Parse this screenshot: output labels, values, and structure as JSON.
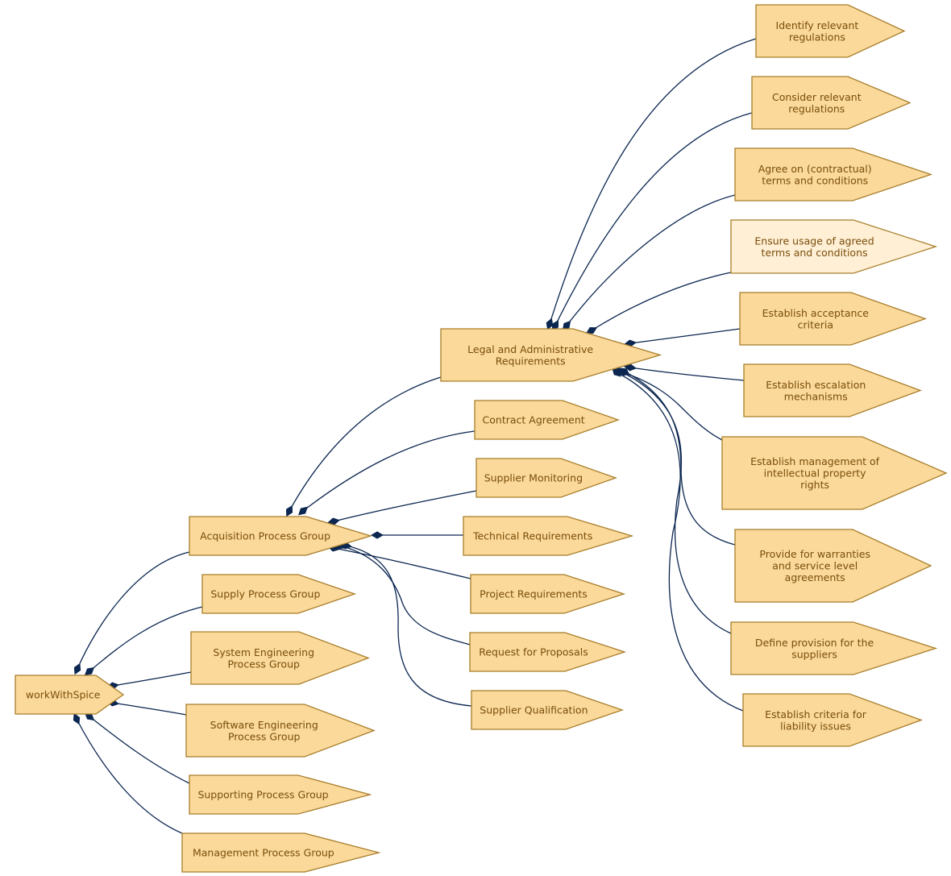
{
  "colors": {
    "node_fill": "#fad99b",
    "node_fill_highlight": "#ffefd5",
    "node_stroke": "#a87e2a",
    "text": "#7a4e0a",
    "edge": "#0b2650"
  },
  "nodes": {
    "root": {
      "label": [
        "workWithSpice"
      ]
    },
    "acquisition": {
      "label": [
        "Acquisition Process Group"
      ]
    },
    "supply": {
      "label": [
        "Supply Process Group"
      ]
    },
    "system_engineering": {
      "label": [
        "System Engineering",
        "Process Group"
      ]
    },
    "software_engineering": {
      "label": [
        "Software Engineering",
        "Process Group"
      ]
    },
    "supporting": {
      "label": [
        "Supporting Process Group"
      ]
    },
    "management": {
      "label": [
        "Management Process Group"
      ]
    },
    "legal": {
      "label": [
        "Legal and Administrative",
        "Requirements"
      ]
    },
    "contract": {
      "label": [
        "Contract Agreement"
      ]
    },
    "supplier_monitoring": {
      "label": [
        "Supplier Monitoring"
      ]
    },
    "technical": {
      "label": [
        "Technical Requirements"
      ]
    },
    "project": {
      "label": [
        "Project Requirements"
      ]
    },
    "rfp": {
      "label": [
        "Request for Proposals"
      ]
    },
    "qualification": {
      "label": [
        "Supplier Qualification"
      ]
    },
    "identify": {
      "label": [
        "Identify relevant",
        "regulations"
      ]
    },
    "consider": {
      "label": [
        "Consider relevant",
        "regulations"
      ]
    },
    "agree": {
      "label": [
        "Agree on (contractual)",
        "terms and conditions"
      ]
    },
    "ensure": {
      "label": [
        "Ensure usage of agreed",
        "terms and conditions"
      ],
      "highlighted": true
    },
    "acceptance": {
      "label": [
        "Establish acceptance",
        "criteria"
      ]
    },
    "escalation": {
      "label": [
        "Establish escalation",
        "mechanisms"
      ]
    },
    "ip": {
      "label": [
        "Establish management of",
        "intellectual property",
        "rights"
      ]
    },
    "warranties": {
      "label": [
        "Provide for warranties",
        "and service level",
        "agreements"
      ]
    },
    "provision": {
      "label": [
        "Define provision for the",
        "suppliers"
      ]
    },
    "liability": {
      "label": [
        "Establish criteria for",
        "liability issues"
      ]
    }
  },
  "edges": [
    {
      "from": "root",
      "to": "acquisition"
    },
    {
      "from": "root",
      "to": "supply"
    },
    {
      "from": "root",
      "to": "system_engineering"
    },
    {
      "from": "root",
      "to": "software_engineering"
    },
    {
      "from": "root",
      "to": "supporting"
    },
    {
      "from": "root",
      "to": "management"
    },
    {
      "from": "acquisition",
      "to": "legal"
    },
    {
      "from": "acquisition",
      "to": "contract"
    },
    {
      "from": "acquisition",
      "to": "supplier_monitoring"
    },
    {
      "from": "acquisition",
      "to": "technical"
    },
    {
      "from": "acquisition",
      "to": "project"
    },
    {
      "from": "acquisition",
      "to": "rfp"
    },
    {
      "from": "acquisition",
      "to": "qualification"
    },
    {
      "from": "legal",
      "to": "identify"
    },
    {
      "from": "legal",
      "to": "consider"
    },
    {
      "from": "legal",
      "to": "agree"
    },
    {
      "from": "legal",
      "to": "ensure"
    },
    {
      "from": "legal",
      "to": "acceptance"
    },
    {
      "from": "legal",
      "to": "escalation"
    },
    {
      "from": "legal",
      "to": "ip"
    },
    {
      "from": "legal",
      "to": "warranties"
    },
    {
      "from": "legal",
      "to": "provision"
    },
    {
      "from": "legal",
      "to": "liability"
    }
  ]
}
